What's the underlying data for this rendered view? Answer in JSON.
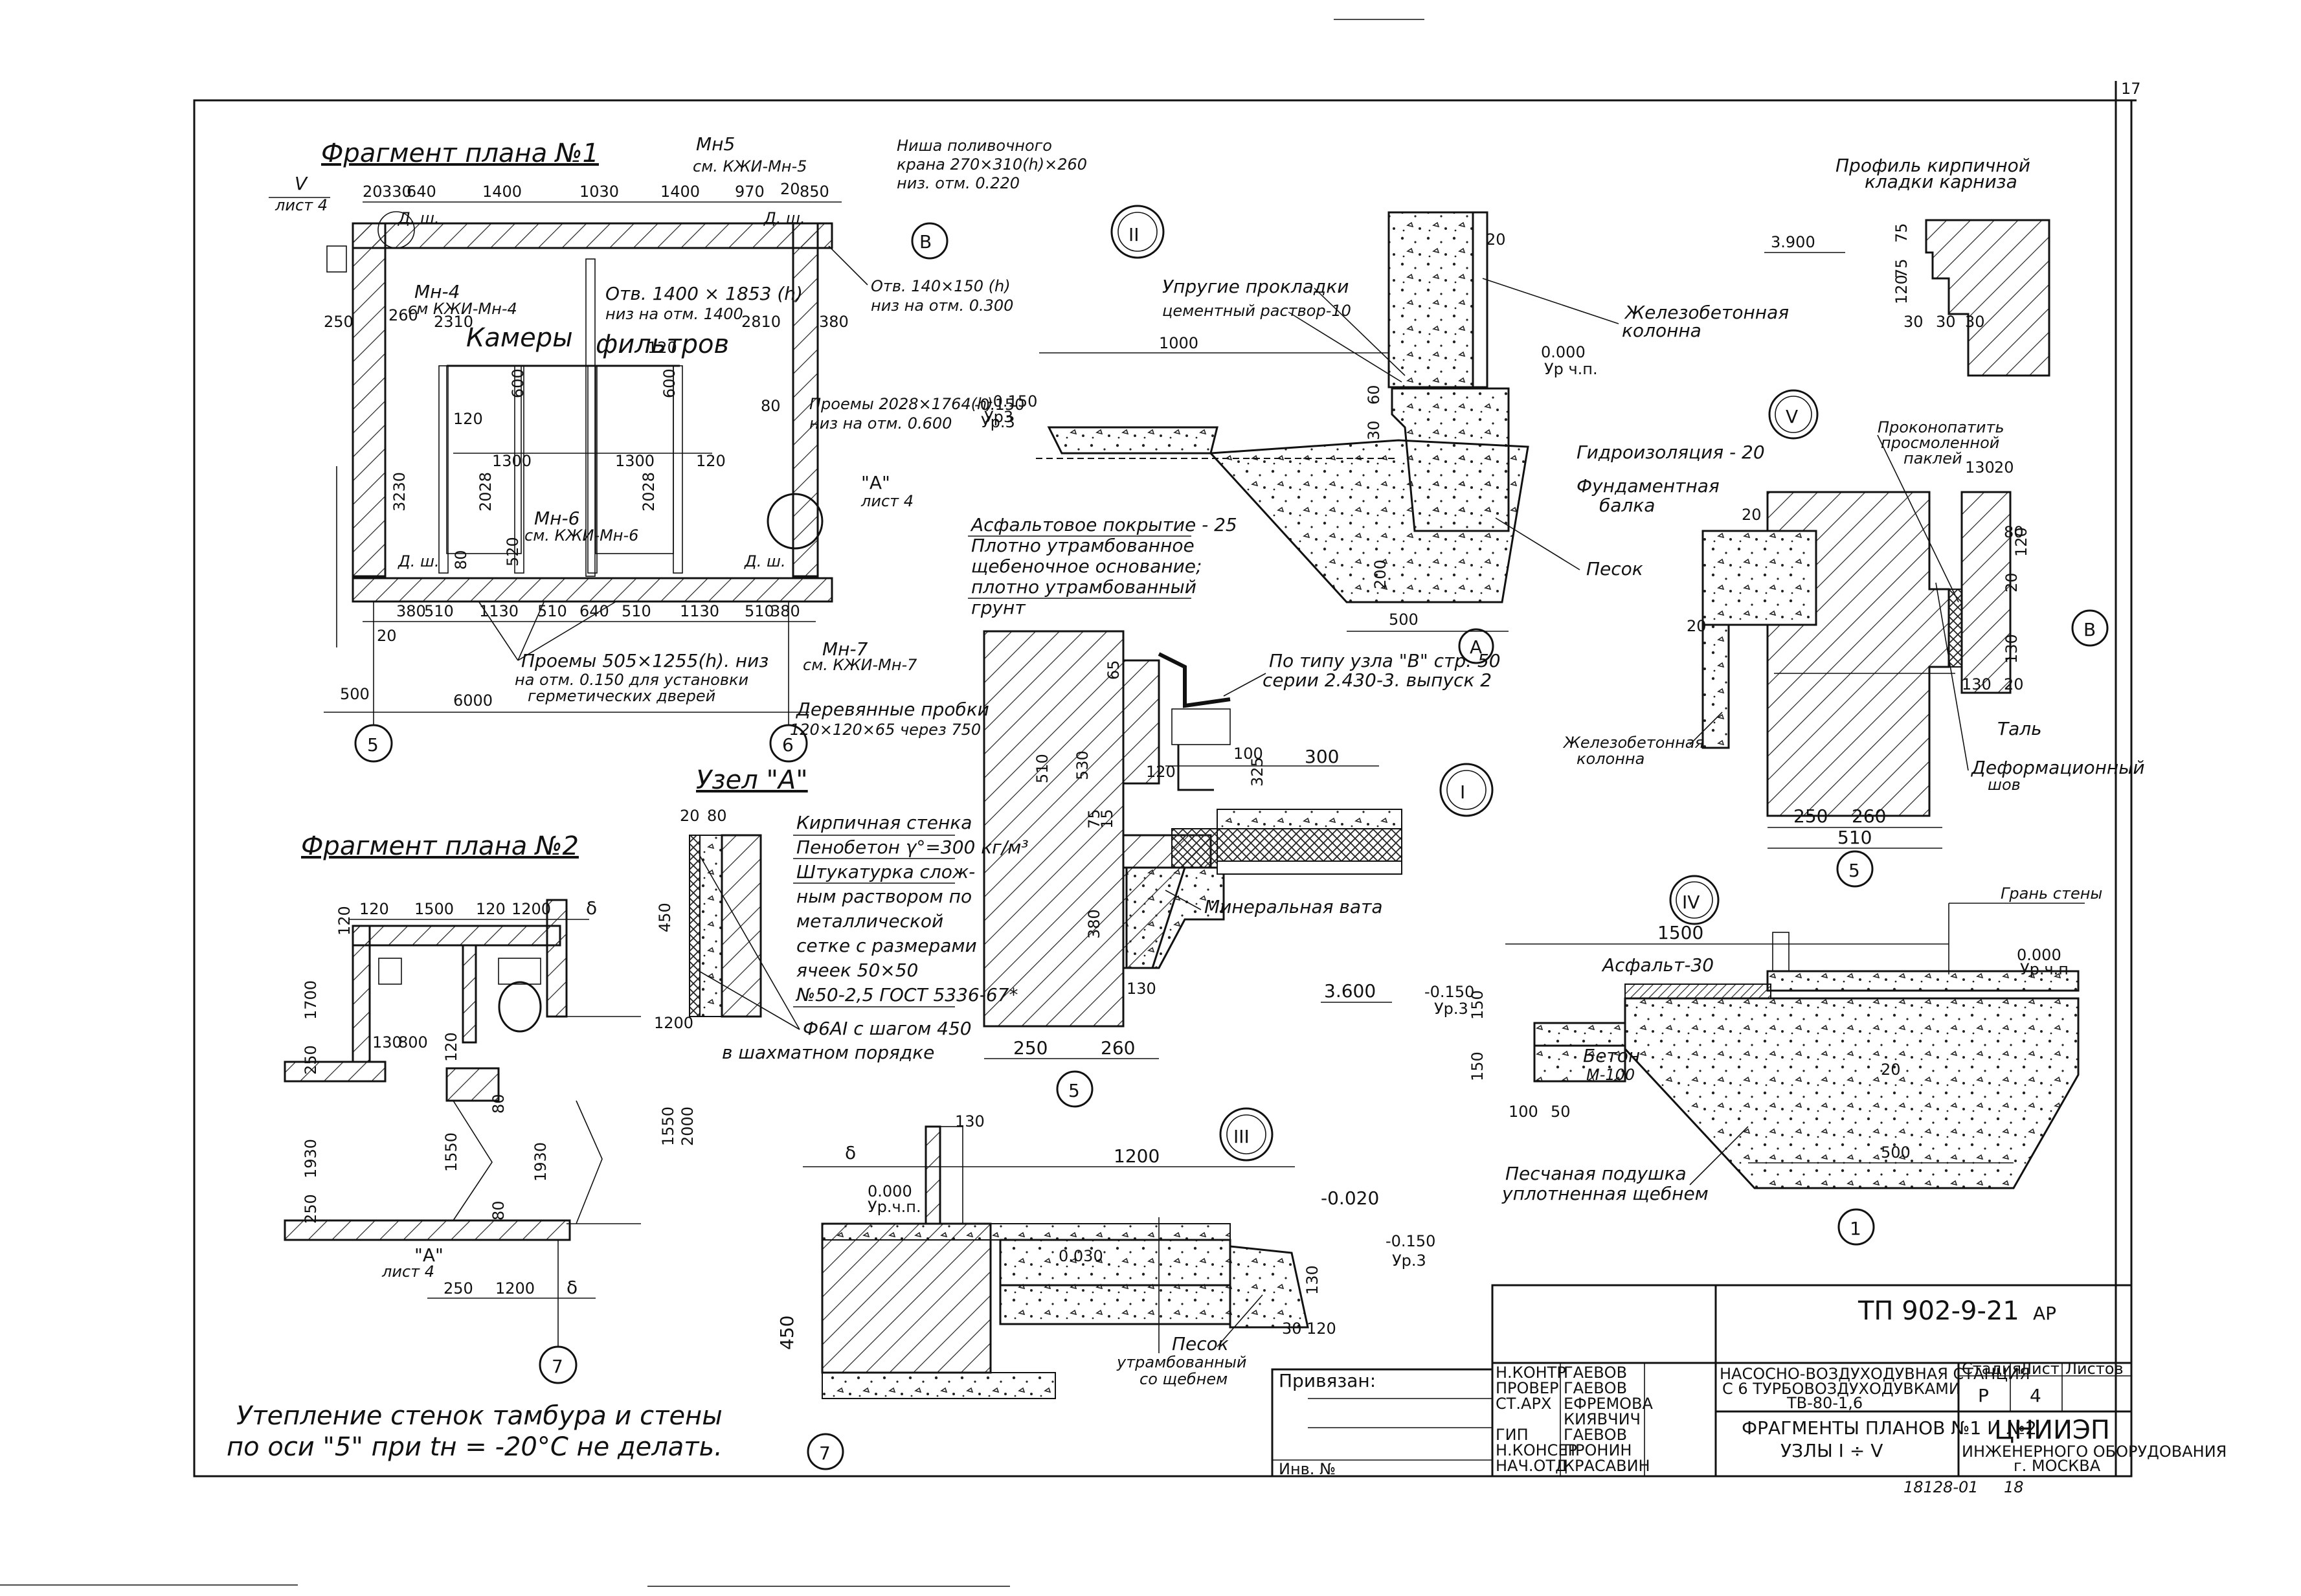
{
  "sheet": {
    "sheet_no_corner": "17",
    "archive_no": "18128-01",
    "archive_sheet": "18"
  },
  "plan1": {
    "title": "Фрагмент плана №1",
    "mn5": "Мн5",
    "mn5_ref": "см. КЖИ-Мн-5",
    "mn4": "Мн-4",
    "mn4_ref": "см КЖИ-Мн-4",
    "mn6": "Мн-6",
    "mn6_ref": "см. КЖИ-Мн-6",
    "mn7": "Мн-7",
    "mn7_ref": "см. КЖИ-Мн-7",
    "sheet4_ref": "лист 4",
    "v_mark": "V",
    "niche_note_1": "Ниша поливочного",
    "niche_note_2": "крана 270×310(h)×260",
    "niche_note_3": "низ. отм. 0.220",
    "opening1_1": "Отв. 140×150 (h)",
    "opening1_2": "низ на отм. 0.300",
    "opening2_1": "Отв. 1400 × 1853 (h)",
    "opening2_2": "низ на отм. 1400",
    "cameras_1": "Камеры",
    "cameras_2": "фильтров",
    "openings3_1": "Проемы 2028×1764(h)",
    "openings3_2": "низ на отм. 0.600",
    "openings4_1": "Проемы 505×1255(h). низ",
    "openings4_2": "на отм. 0.150 для установки",
    "openings4_3": "герметических дверей",
    "wood_1": "Деревянные пробки",
    "wood_2": "120×120×65 через 750",
    "node_a": "\"А\"",
    "dsh": "Д. ш.",
    "axis_b": "В",
    "axis_5": "5",
    "axis_6": "6",
    "mark_0150": "-0.150",
    "mark_ur3": "Ур.3",
    "dims_top": [
      "20",
      "330",
      "640",
      "1400",
      "1030",
      "1400",
      "970",
      "20",
      "850"
    ],
    "dims_mid": [
      "120",
      "1300",
      "1300",
      "120",
      "120"
    ],
    "dims_bottom": [
      "380",
      "510",
      "1130",
      "510",
      "640",
      "510",
      "1130",
      "510",
      "380"
    ],
    "dims_overall": [
      "500",
      "6000"
    ],
    "dims_side": [
      "250",
      "260",
      "2310",
      "2810",
      "380",
      "3230",
      "2028",
      "2028",
      "520",
      "600",
      "600",
      "80",
      "80",
      "20"
    ]
  },
  "plan2": {
    "title": "Фрагмент плана №2",
    "dims_top": [
      "120",
      "1500",
      "120",
      "1200",
      "δ"
    ],
    "dims_side": [
      "120",
      "1700",
      "250",
      "1930",
      "250",
      "130",
      "800",
      "120",
      "1550",
      "80",
      "80",
      "1930",
      "1550",
      "2000"
    ],
    "dim_1200": "1200",
    "node_a_ref": "\"А\"",
    "node_a_sheet": "лист 4",
    "dims_bottom": [
      "250",
      "1200",
      "δ"
    ],
    "axis_7": "7"
  },
  "note": {
    "line1": "Утепление стенок тамбура и стены",
    "line2": "по оси \"5\" при tн = -20°С не делать."
  },
  "node_a": {
    "title": "Узел \"А\"",
    "dims": [
      "20",
      "80",
      "450"
    ],
    "layers": [
      "Кирпичная стенка",
      "Пенобетон γ°=300 кг/м³",
      "Штукатурка слож-",
      "ным раствором по",
      "металлической",
      "сетке с размерами",
      "ячеек 50×50",
      "№50-2,5 ГОСТ 5336-67*"
    ],
    "rebar": "Ф6AI с шагом 450",
    "rebar_2": "в шахматном порядке"
  },
  "node_2": {
    "roman": "II",
    "elastic_1": "Упругие прокладки",
    "elastic_2": "цементный раствор-10",
    "dim_1000": "1000",
    "column_1": "Железобетонная",
    "column_2": "колонна",
    "mark_0000": "0.000",
    "mark_ur4p": "Ур ч.п.",
    "mark_0150": "-0.150",
    "mark_ur3": "Ур3",
    "hydro": "Гидроизоляция - 20",
    "beam_1": "Фундаментная",
    "beam_2": "балка",
    "sand": "Песок",
    "dims": [
      "20",
      "60",
      "30",
      "200",
      "500"
    ],
    "axis": "А",
    "layers": [
      "Асфальтовое покрытие - 25",
      "Плотно утрамбованное",
      "щебеночное основание;",
      "плотно утрамбованный",
      "грунт"
    ]
  },
  "node_1": {
    "roman": "I",
    "ref_1": "По типу узла \"В\" стр. 50",
    "ref_2": "серии 2.430-3. выпуск 2",
    "wool": "Минеральная вата",
    "dims": [
      "65",
      "510",
      "530",
      "120",
      "100",
      "325",
      "300",
      "75",
      "15",
      "380",
      "130",
      "250",
      "260"
    ],
    "mark_3600": "3.600",
    "axis": "5"
  },
  "node_3": {
    "roman": "III",
    "dims": [
      "130",
      "δ",
      "1200",
      "450"
    ],
    "mark_0000": "0.000",
    "mark_ur4p": "Ур.ч.п.",
    "mark_0020": "-0.020",
    "mark_0030": "0.030",
    "mark_0150": "-0.150",
    "mark_ur3": "Ур.3",
    "sand": "Песок",
    "rammed_1": "утрамбованный",
    "rammed_2": "со щебнем",
    "dims_low": [
      "30",
      "120",
      "130"
    ],
    "axis": "7"
  },
  "node_4": {
    "roman": "IV",
    "wall_face": "Грань стены",
    "dim_1500": "1500",
    "asphalt": "Асфальт-30",
    "mark_0000": "0.000",
    "mark_ur4p": "Ур.ч.п",
    "mark_0150": "-0.150",
    "mark_ur3": "Ур.3",
    "concrete_1": "Бетон",
    "concrete_2": "М-100",
    "dims": [
      "150",
      "150",
      "100",
      "50",
      "20",
      "500"
    ],
    "cushion_1": "Песчаная подушка",
    "cushion_2": "уплотненная щебнем",
    "axis": "1"
  },
  "node_5": {
    "roman": "V",
    "caulk_1": "Проконопатить",
    "caulk_2": "просмоленной",
    "caulk_3": "паклей",
    "dims": [
      "130",
      "20",
      "20",
      "80",
      "20",
      "120",
      "130",
      "20",
      "130",
      "20",
      "250",
      "260",
      "510"
    ],
    "col_1": "Железобетонная",
    "col_2": "колонна",
    "tal": "Таль",
    "def_1": "Деформационный",
    "def_2": "шов",
    "axis_b": "В",
    "axis_5": "5"
  },
  "cornice": {
    "title_1": "Профиль кирпичной",
    "title_2": "кладки карниза",
    "mark": "3.900",
    "dims": [
      "75",
      "75",
      "120",
      "30",
      "30",
      "30"
    ]
  },
  "stamp": {
    "code": "ТП 902-9-21",
    "suffix": "АР",
    "privyazan": "Привязан:",
    "inv_no": "Инв. №",
    "roles": [
      "Н.КОНТР",
      "ПРОВЕР",
      "СТ.АРХ",
      "ГИП",
      "Н.КОНСЕР",
      "НАЧ.ОТД"
    ],
    "names": [
      "ГАЕВОВ",
      "ГАЕВОВ",
      "ЕФРЕМОВА",
      "КИЯВЧИЧ",
      "ГАЕВОВ",
      "ПРОНИН",
      "КРАСАВИН"
    ],
    "project_1": "НАСОСНО-ВОЗДУХОДУВНАЯ СТАНЦИЯ",
    "project_2": "С 6 ТУРБОВОЗДУХОДУВКАМИ",
    "project_3": "ТВ-80-1,6",
    "sheet_title_1": "ФРАГМЕНТЫ ПЛАНОВ №1 И №2",
    "sheet_title_2": "УЗЛЫ I ÷ V",
    "stage_h": "Стадия",
    "sheet_h": "Лист",
    "sheets_h": "Листов",
    "stage": "Р",
    "sheet": "4",
    "org": "ЦНИИЭП",
    "org_2": "ИНЖЕНЕРНОГО ОБОРУДОВАНИЯ",
    "org_3": "г. МОСКВА"
  }
}
